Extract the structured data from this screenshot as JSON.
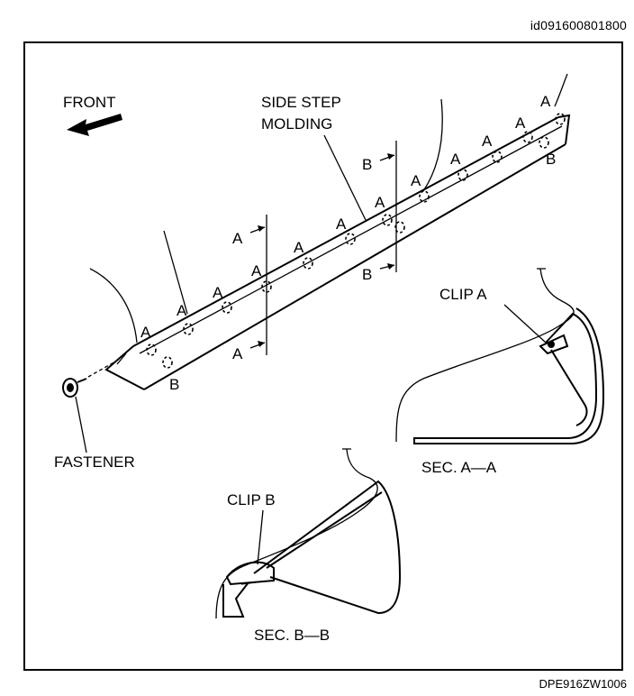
{
  "header": {
    "doc_id": "id091600801800"
  },
  "footer": {
    "figure_code": "DPE916ZW1006"
  },
  "labels": {
    "front": "FRONT",
    "side_step_molding_line1": "SIDE STEP",
    "side_step_molding_line2": "MOLDING",
    "fastener": "FASTENER",
    "clip_a": "CLIP A",
    "clip_b": "CLIP B",
    "sec_a": "SEC. A—A",
    "sec_b": "SEC. B—B",
    "marker_a": "A",
    "marker_b": "B"
  }
}
